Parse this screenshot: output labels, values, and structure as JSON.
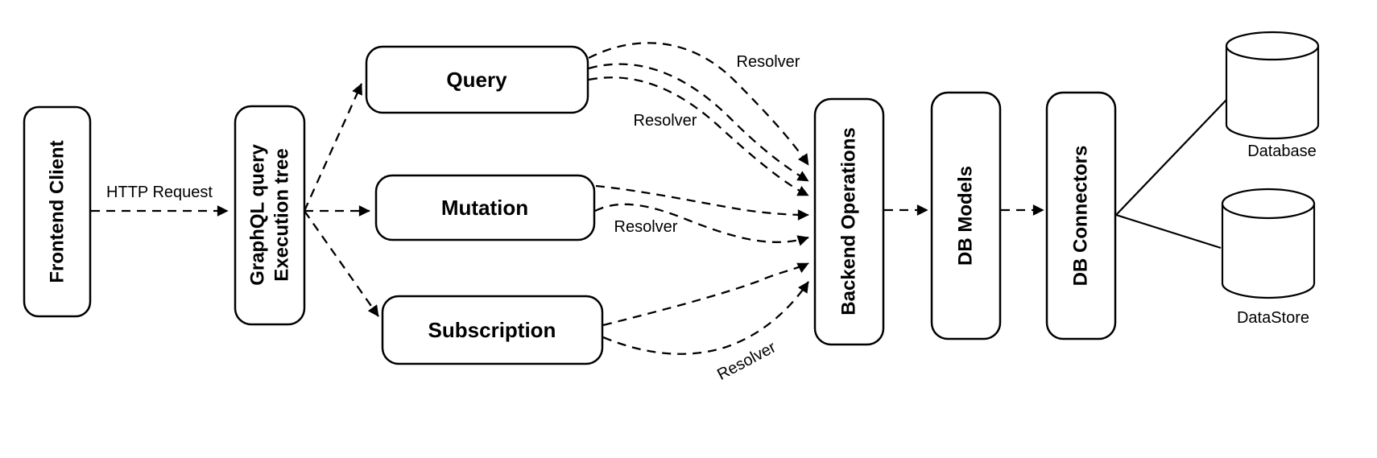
{
  "canvas": {
    "background_color": "#ffffff",
    "line_color": "#000000",
    "node_fill_color": "#ffffff",
    "text_color": "#000000"
  },
  "diagram": {
    "nodes": {
      "frontend": {
        "label": "Frontend Client"
      },
      "graphql": {
        "label_line1": "GraphQL query",
        "label_line2": "Execution tree"
      },
      "query": {
        "label": "Query"
      },
      "mutation": {
        "label": "Mutation"
      },
      "subscription": {
        "label": "Subscription"
      },
      "backend": {
        "label": "Backend Operations"
      },
      "db_models": {
        "label": "DB Models"
      },
      "db_connectors": {
        "label": "DB Connectors"
      },
      "database": {
        "label": "Database"
      },
      "datastore": {
        "label": "DataStore"
      }
    },
    "edge_labels": {
      "http_request": "HTTP Request",
      "resolver_query_top": "Resolver",
      "resolver_query_mid": "Resolver",
      "resolver_mutation": "Resolver",
      "resolver_subscription": "Resolver"
    }
  }
}
